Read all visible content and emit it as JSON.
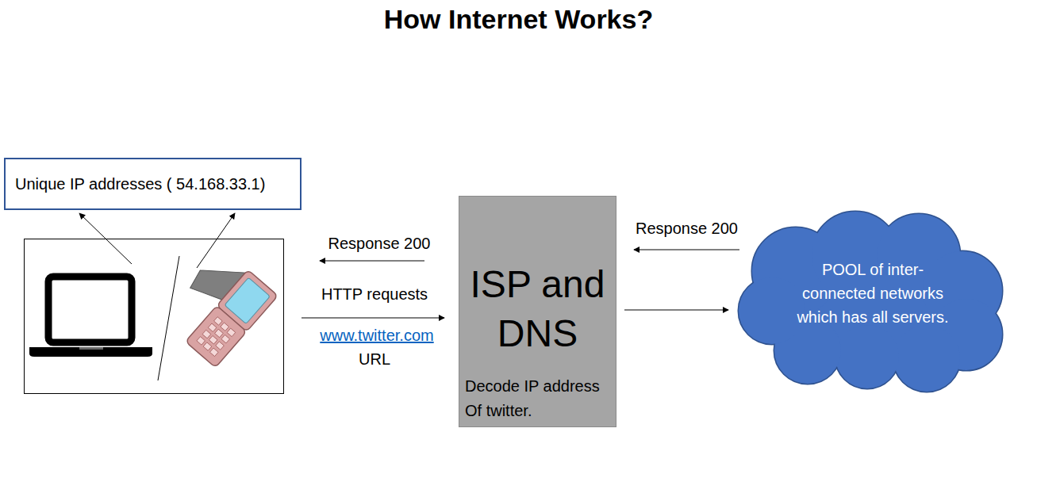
{
  "diagram": {
    "title": "How Internet Works?",
    "nodes": [
      {
        "text": [
          "Unique IP addresses ( 54.168.33.1)"
        ]
      },
      {
        "text": [
          "ISP and DNS",
          "Decode IP address Of twitter."
        ]
      },
      {
        "text": [
          "POOL of inter-connected networks which has all servers."
        ]
      }
    ],
    "edges": [
      {
        "from": 2,
        "to": 1,
        "arrow": "to",
        "label": "Response 200"
      },
      {
        "from": 1,
        "to": 2,
        "arrow": "to"
      }
    ],
    "labels": [
      "Response 200",
      "HTTP requests",
      "www.twitter.com",
      "URL"
    ]
  }
}
